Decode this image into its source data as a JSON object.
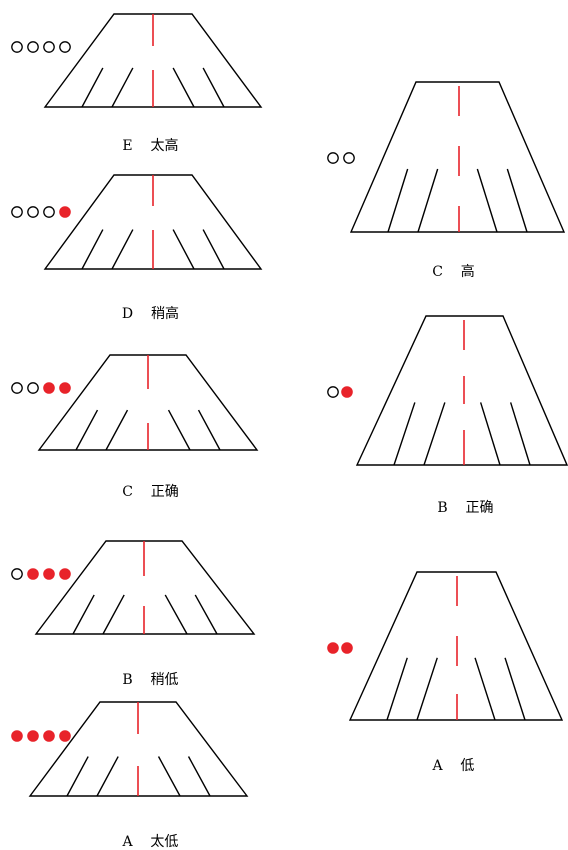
{
  "colors": {
    "accent_red": "#e8232a",
    "line": "#000000",
    "background": "#ffffff"
  },
  "figures": [
    {
      "id": "fig-left-1",
      "grade": "E",
      "label": "太高",
      "dots": [
        "empty",
        "empty",
        "empty",
        "empty"
      ]
    },
    {
      "id": "fig-left-2",
      "grade": "D",
      "label": "稍高",
      "dots": [
        "empty",
        "empty",
        "empty",
        "filled"
      ]
    },
    {
      "id": "fig-left-3",
      "grade": "C",
      "label": "正确",
      "dots": [
        "empty",
        "empty",
        "filled",
        "filled"
      ]
    },
    {
      "id": "fig-left-4",
      "grade": "B",
      "label": "稍低",
      "dots": [
        "empty",
        "filled",
        "filled",
        "filled"
      ]
    },
    {
      "id": "fig-left-5",
      "grade": "A",
      "label": "太低",
      "dots": [
        "filled",
        "filled",
        "filled",
        "filled"
      ]
    },
    {
      "id": "fig-right-1",
      "grade": "C",
      "label": "高",
      "dots": [
        "empty",
        "empty"
      ]
    },
    {
      "id": "fig-right-2",
      "grade": "B",
      "label": "正确",
      "dots": [
        "empty",
        "filled"
      ]
    },
    {
      "id": "fig-right-3",
      "grade": "A",
      "label": "低",
      "dots": [
        "filled",
        "filled"
      ]
    }
  ]
}
